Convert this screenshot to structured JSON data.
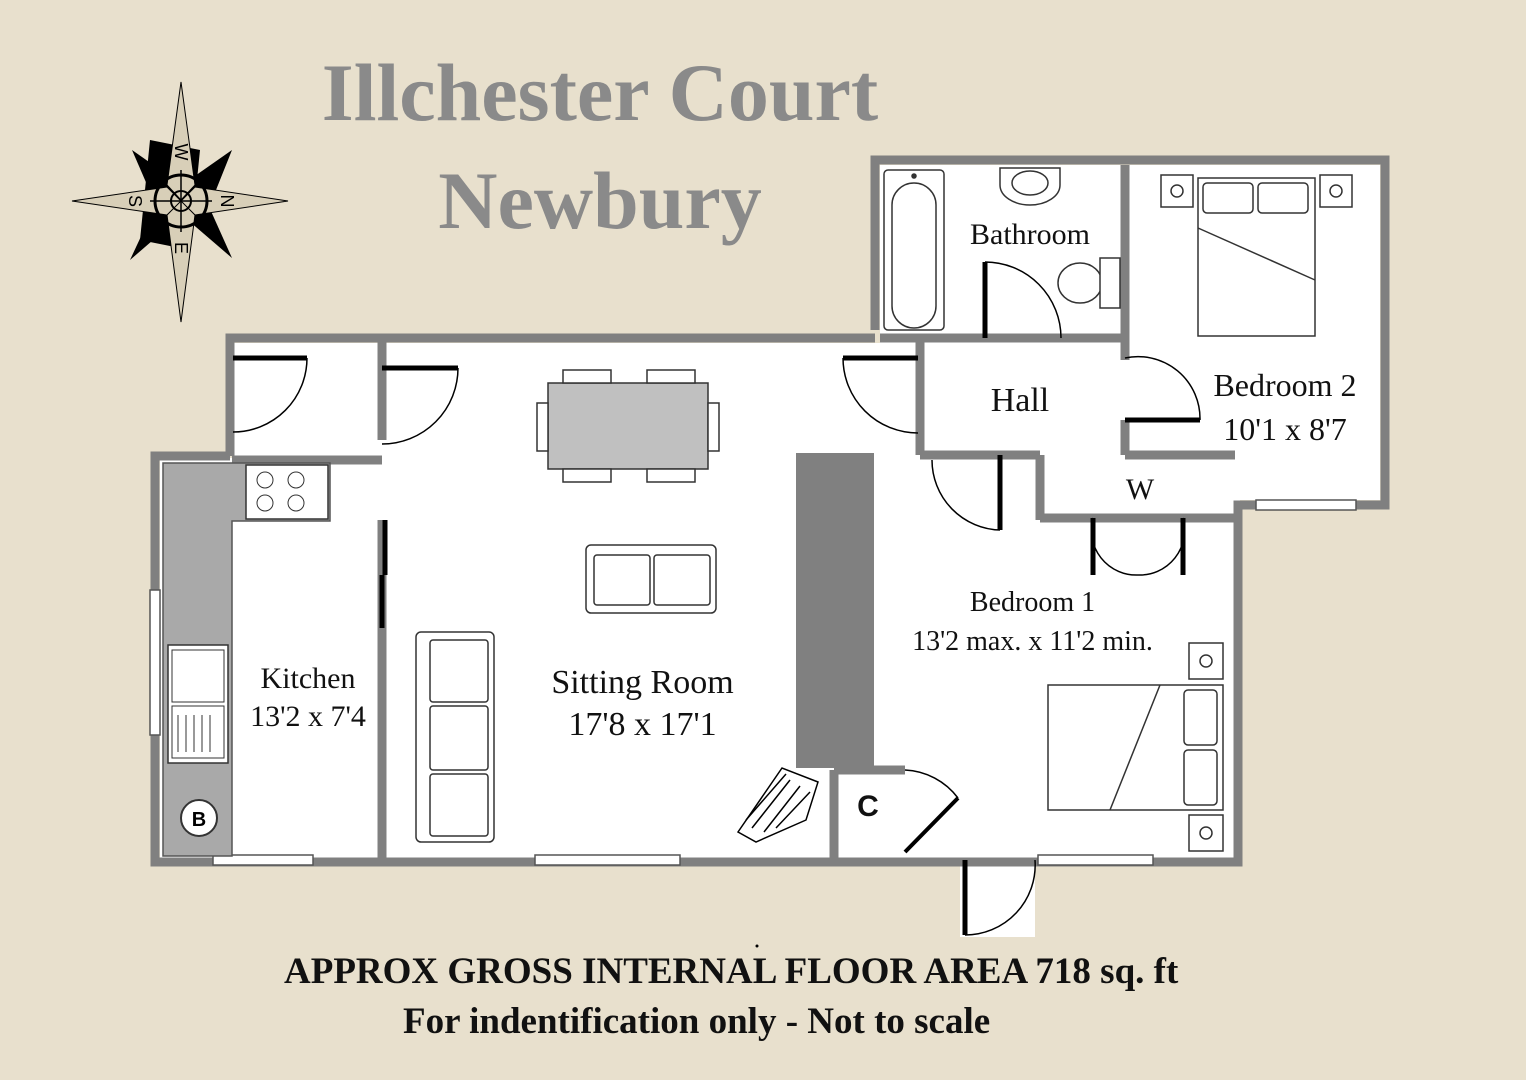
{
  "title": {
    "line1": "Illchester Court",
    "line2": "Newbury"
  },
  "compass": {
    "letters": [
      "W",
      "N",
      "S",
      "E"
    ]
  },
  "rooms": {
    "bathroom": {
      "name": "Bathroom"
    },
    "hall": {
      "name": "Hall"
    },
    "bedroom2": {
      "name": "Bedroom 2",
      "size": "10'1 x 8'7"
    },
    "wardrobe": {
      "name": "W"
    },
    "bedroom1": {
      "name": "Bedroom 1",
      "size": "13'2 max. x 11'2 min."
    },
    "kitchen": {
      "name": "Kitchen",
      "size": "13'2 x 7'4"
    },
    "sitting": {
      "name": "Sitting Room",
      "size": "17'8 x 17'1"
    },
    "cupboard": {
      "name": "C"
    },
    "boiler": {
      "name": "B"
    }
  },
  "footer": {
    "area": "APPROX GROSS INTERNAL FLOOR AREA 718 sq. ft",
    "note": "For indentification only - Not to scale"
  },
  "colors": {
    "background": "#e8e0cd",
    "walls": "#808080",
    "floor": "#ffffff",
    "title": "#8a8a8a"
  }
}
